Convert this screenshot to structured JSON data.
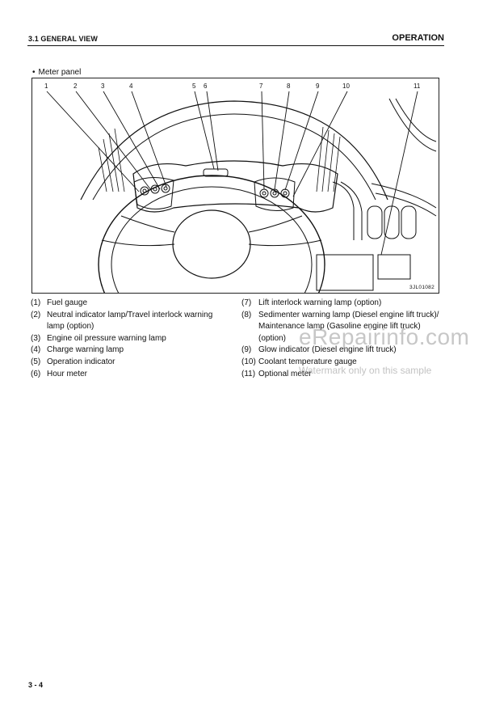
{
  "header": {
    "section": "3.1 GENERAL VIEW",
    "chapter": "OPERATION"
  },
  "section_title": "Meter panel",
  "figure": {
    "code": "3JL01082",
    "callouts": [
      "1",
      "2",
      "3",
      "4",
      "5",
      "6",
      "7",
      "8",
      "9",
      "10",
      "11"
    ]
  },
  "captions_left": [
    {
      "num": "(1)",
      "lines": [
        "Fuel gauge"
      ]
    },
    {
      "num": "(2)",
      "lines": [
        "Neutral indicator lamp/Travel interlock warning",
        "lamp (option)"
      ]
    },
    {
      "num": "(3)",
      "lines": [
        "Engine oil pressure warning lamp"
      ]
    },
    {
      "num": "(4)",
      "lines": [
        "Charge warning lamp"
      ]
    },
    {
      "num": "(5)",
      "lines": [
        "Operation indicator"
      ]
    },
    {
      "num": "(6)",
      "lines": [
        "Hour meter"
      ]
    }
  ],
  "captions_right": [
    {
      "num": "(7)",
      "lines": [
        "Lift interlock warning lamp (option)"
      ]
    },
    {
      "num": "(8)",
      "lines": [
        "Sedimenter warning lamp (Diesel engine lift truck)/",
        "Maintenance lamp (Gasoline engine lift truck)",
        "(option)"
      ]
    },
    {
      "num": "(9)",
      "lines": [
        "Glow indicator (Diesel engine lift truck)"
      ]
    },
    {
      "num": "(10)",
      "lines": [
        "Coolant temperature gauge"
      ]
    },
    {
      "num": "(11)",
      "lines": [
        "Optional meter"
      ]
    }
  ],
  "watermark": {
    "main": "eRepairinfo.com",
    "sub": "Watermark only on this sample"
  },
  "footer": {
    "page": "3 - 4"
  }
}
